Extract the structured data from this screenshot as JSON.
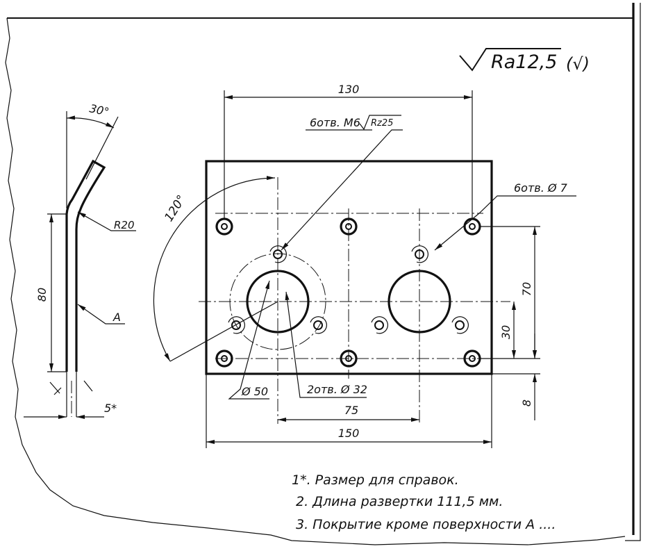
{
  "roughness": {
    "main": "Ra12,5",
    "suffix": "(√)"
  },
  "dimensions": {
    "width_holes": "130",
    "thread_holes": "6отв. M6",
    "thread_roughness": "Rz25",
    "angle_top": "30°",
    "angle_left": "120°",
    "holes_7": "6отв. Ø 7",
    "bend_radius": "R20",
    "height_80": "80",
    "surface_a": "A",
    "thickness": "5*",
    "v70": "70",
    "v30": "30",
    "v8": "8",
    "dia50": "Ø 50",
    "holes_32": "2отв. Ø 32",
    "h75": "75",
    "h150": "150"
  },
  "notes": [
    "1*. Размер для справок.",
    "2. Длина развертки 111,5 мм.",
    "3. Покрытие кроме поверхности А ...."
  ]
}
